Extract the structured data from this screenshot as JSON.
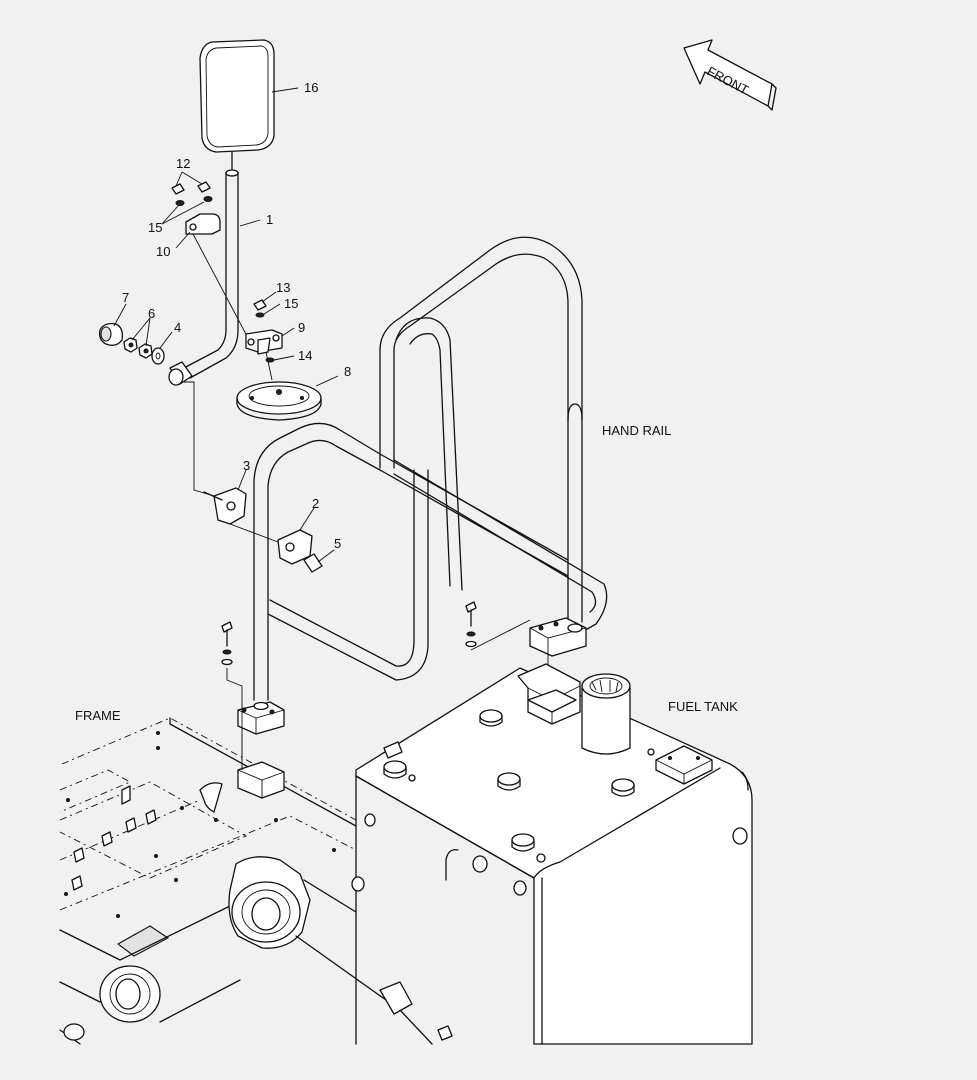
{
  "front_label": "FRONT",
  "labels": {
    "hand_rail": "HAND RAIL",
    "fuel_tank": "FUEL TANK",
    "frame": "FRAME"
  },
  "callouts": [
    {
      "key": "16",
      "text": "16"
    },
    {
      "key": "12",
      "text": "12"
    },
    {
      "key": "15a",
      "text": "15"
    },
    {
      "key": "1",
      "text": "1"
    },
    {
      "key": "10",
      "text": "10"
    },
    {
      "key": "13",
      "text": "13"
    },
    {
      "key": "15b",
      "text": "15"
    },
    {
      "key": "7",
      "text": "7"
    },
    {
      "key": "6",
      "text": "6"
    },
    {
      "key": "4",
      "text": "4"
    },
    {
      "key": "9",
      "text": "9"
    },
    {
      "key": "14",
      "text": "14"
    },
    {
      "key": "8",
      "text": "8"
    },
    {
      "key": "3",
      "text": "3"
    },
    {
      "key": "2",
      "text": "2"
    },
    {
      "key": "5",
      "text": "5"
    }
  ]
}
